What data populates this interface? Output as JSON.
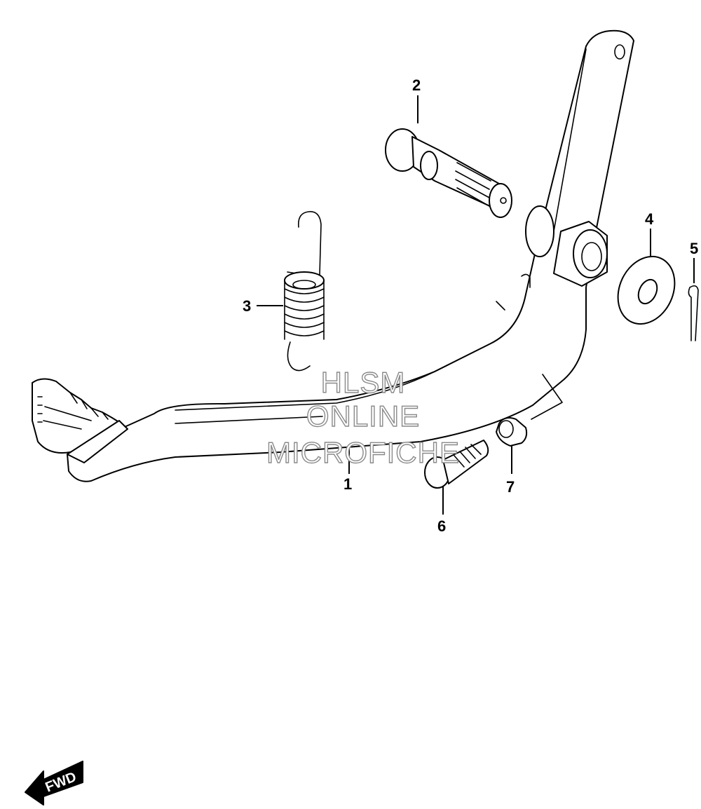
{
  "diagram": {
    "callouts": [
      {
        "id": "1",
        "label": "1"
      },
      {
        "id": "2",
        "label": "2"
      },
      {
        "id": "3",
        "label": "3"
      },
      {
        "id": "4",
        "label": "4"
      },
      {
        "id": "5",
        "label": "5"
      },
      {
        "id": "6",
        "label": "6"
      },
      {
        "id": "7",
        "label": "7"
      }
    ],
    "watermark": {
      "line1": "HLSM",
      "line2": "ONLINE",
      "line3": "MICROFICHE"
    },
    "direction_indicator": {
      "label": "FWD",
      "icon": "forward-arrow-icon"
    },
    "colors": {
      "line": "#000000",
      "background": "#ffffff",
      "watermark": "#8a8a8a"
    }
  }
}
